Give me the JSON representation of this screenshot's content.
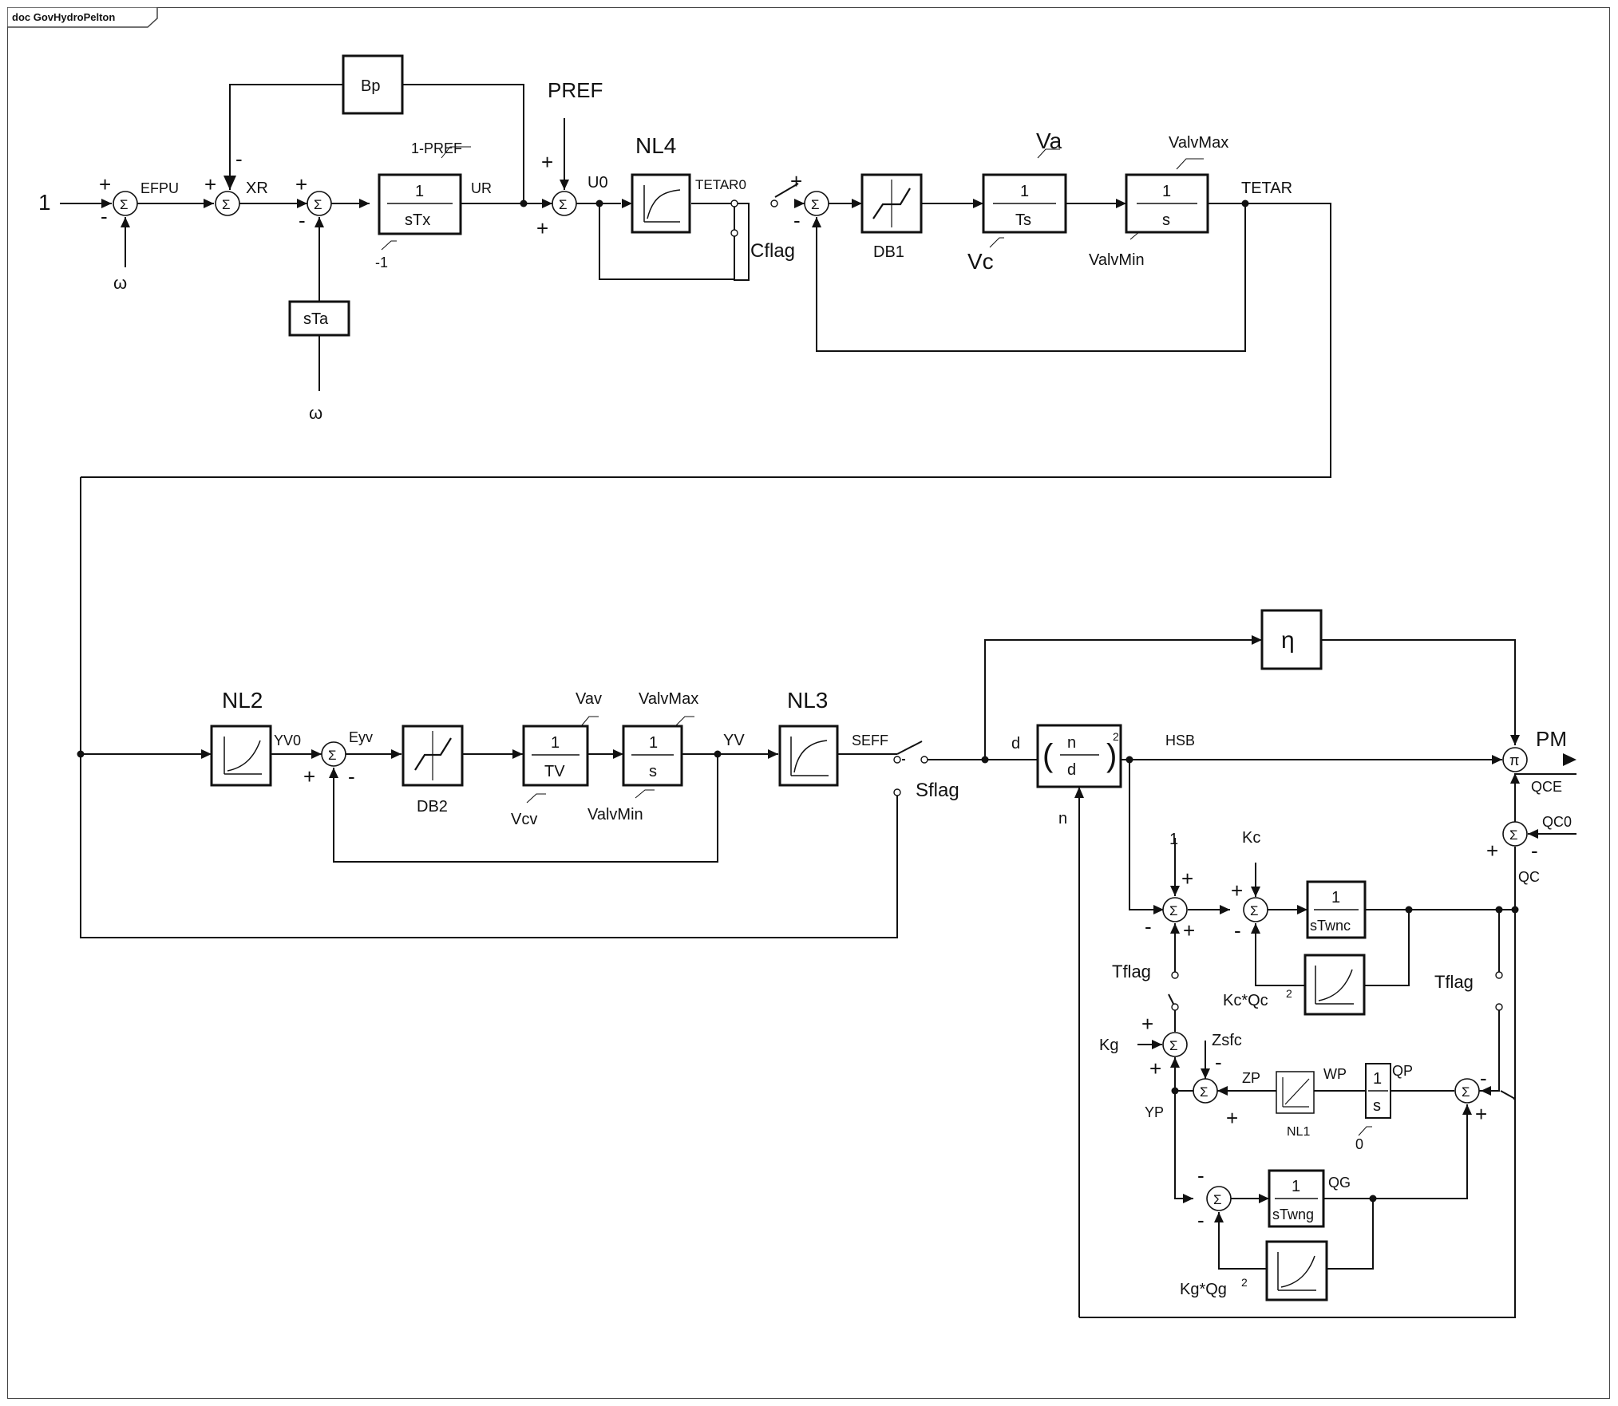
{
  "frame": {
    "tab_label": "doc GovHydroPelton"
  },
  "labels": {
    "one": "1",
    "plus": "+",
    "minus": "-",
    "omega": "ω",
    "efpu": "EFPU",
    "xr": "XR",
    "bp": "Bp",
    "sta": "sTa",
    "one_minus_pref": "1-PREF",
    "tf_num": "1",
    "stx": "sTx",
    "neg1": "-1",
    "ur": "UR",
    "pref": "PREF",
    "u0": "U0",
    "nl4": "NL4",
    "tetar0": "TETAR0",
    "cflag": "Cflag",
    "db1": "DB1",
    "va": "Va",
    "vc": "Vc",
    "ts": "Ts",
    "s": "s",
    "valvmax": "ValvMax",
    "valvmin": "ValvMin",
    "tetar": "TETAR",
    "nl2": "NL2",
    "yv0": "YV0",
    "eyv": "Eyv",
    "db2": "DB2",
    "vav": "Vav",
    "vcv": "Vcv",
    "tv": "TV",
    "yv": "YV",
    "nl3": "NL3",
    "seff": "SEFF",
    "sflag": "Sflag",
    "eta": "η",
    "d": "d",
    "n": "n",
    "nd_n": "n",
    "nd_d": "d",
    "exp2": "2",
    "hsb": "HSB",
    "pi": "π",
    "pm": "PM",
    "qce": "QCE",
    "qc0": "QC0",
    "qc": "QC",
    "kc": "Kc",
    "stwnc": "sTwnc",
    "kcqc2": "Kc*Qc",
    "tflag": "Tflag",
    "kg": "Kg",
    "zsfc": "Zsfc",
    "zp": "ZP",
    "wp": "WP",
    "qp": "QP",
    "nl1": "NL1",
    "zero": "0",
    "yp": "YP",
    "stwng": "sTwng",
    "qg": "QG",
    "kgqg2": "Kg*Qg",
    "sigma": "Σ"
  }
}
